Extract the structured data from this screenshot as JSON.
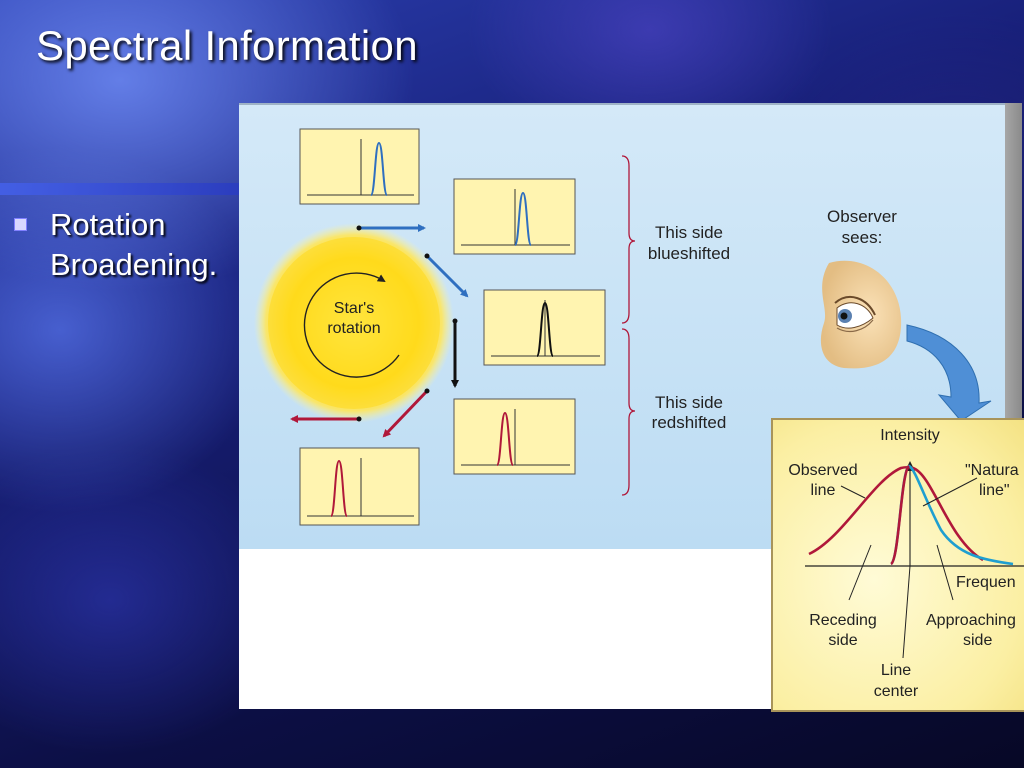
{
  "slide": {
    "title": "Spectral Information",
    "bullets": [
      "Rotation\nBroadening."
    ]
  },
  "diagram": {
    "star_label": [
      "Star's",
      "rotation"
    ],
    "blueshift_label": [
      "This side",
      "blueshifted"
    ],
    "redshift_label": [
      "This side",
      "redshifted"
    ],
    "observer_label": [
      "Observer",
      "sees:"
    ],
    "inset": {
      "axis_y": "Intensity",
      "axis_x": "Frequen",
      "observed": [
        "Observed",
        "line"
      ],
      "natural": [
        "\"Natura",
        "line\""
      ],
      "receding": [
        "Receding",
        "side"
      ],
      "approaching": [
        "Approaching",
        "side"
      ],
      "center": [
        "Line",
        "center"
      ]
    }
  },
  "colors": {
    "blue_line": "#2f6fc0",
    "red_line": "#b0183a",
    "black_line": "#111111",
    "star": "#ffd81a",
    "card": "#fff4b0"
  }
}
